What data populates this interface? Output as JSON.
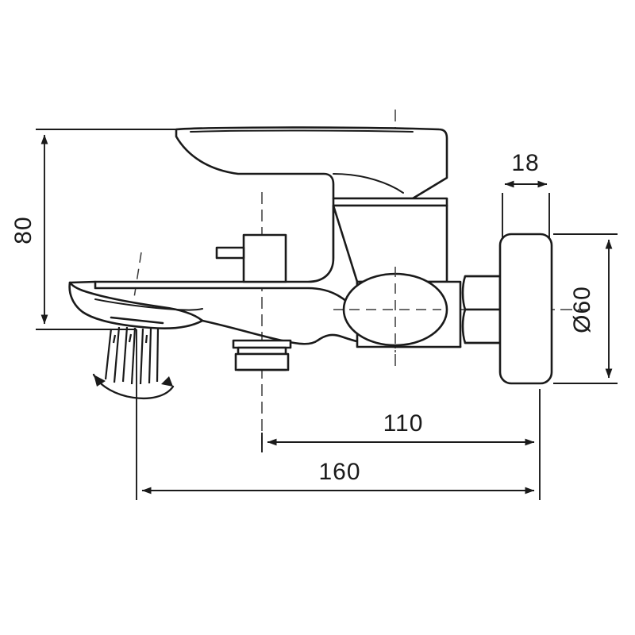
{
  "drawing": {
    "title": "Bath Mixer Tap Dimension Drawing",
    "type": "technical-line-drawing",
    "background_color": "#ffffff",
    "line_color": "#1a1a1a",
    "centerline_color": "#3a3a3a",
    "units": "mm"
  },
  "dimensions": {
    "height_80": {
      "label": "80",
      "value": 80,
      "orientation": "vertical",
      "rotated_text": true,
      "description": "spout outlet height from top of lever"
    },
    "width_18": {
      "label": "18",
      "value": 18,
      "orientation": "horizontal",
      "description": "escutcheon flange thickness"
    },
    "diameter_60": {
      "label": "Ø60",
      "value": 60,
      "orientation": "vertical",
      "rotated_text": true,
      "description": "escutcheon cover diameter"
    },
    "depth_110": {
      "label": "110",
      "value": 110,
      "orientation": "horizontal",
      "description": "wall face to body centerline projection"
    },
    "depth_160": {
      "label": "160",
      "value": 160,
      "orientation": "horizontal",
      "description": "overall projection from wall to spout tip"
    }
  },
  "parts": {
    "lever_handle": "lever-handle",
    "mixer_body": "mixer-body",
    "diverter_knob": "diverter-knob",
    "spout": "swivel-spout",
    "shower_outlet": "shower-outlet-connector",
    "hex_nut": "hex-nut",
    "escutcheon": "escutcheon-cover",
    "water_stream": "water-stream-lines",
    "swivel_arrow": "swivel-rotation-arrow"
  }
}
